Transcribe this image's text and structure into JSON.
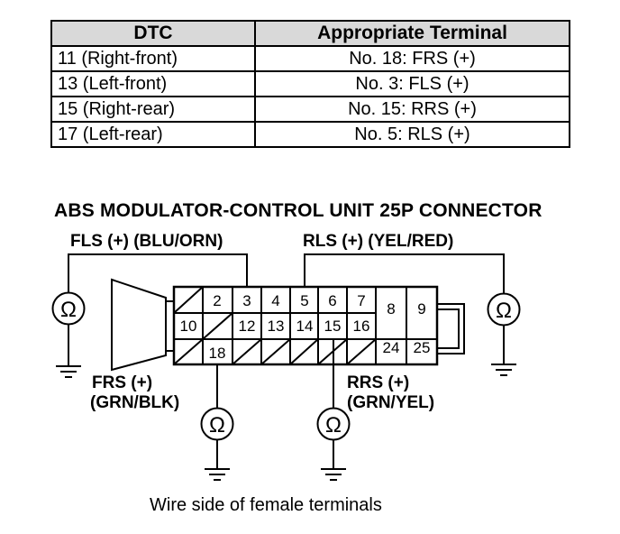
{
  "table": {
    "headers": [
      "DTC",
      "Appropriate Terminal"
    ],
    "rows": [
      {
        "dtc": "11 (Right-front)",
        "terminal": "No. 18: FRS (+)"
      },
      {
        "dtc": "13 (Left-front)",
        "terminal": "No. 3: FLS (+)"
      },
      {
        "dtc": "15 (Right-rear)",
        "terminal": "No. 15: RRS (+)"
      },
      {
        "dtc": "17 (Left-rear)",
        "terminal": "No. 5: RLS (+)"
      }
    ]
  },
  "diagram": {
    "title": "ABS MODULATOR-CONTROL UNIT 25P CONNECTOR",
    "labels": {
      "fls": "FLS (+) (BLU/ORN)",
      "rls": "RLS (+) (YEL/RED)",
      "frs_line1": "FRS (+)",
      "frs_line2": "(GRN/BLK)",
      "rrs_line1": "RRS (+)",
      "rrs_line2": "(GRN/YEL)"
    },
    "ohm_symbol": "Ω",
    "terminals": {
      "row1": [
        "2",
        "3",
        "4",
        "5",
        "6",
        "7"
      ],
      "row1_right": [
        "8",
        "9"
      ],
      "row2": [
        "10",
        "12",
        "13",
        "14",
        "15",
        "16"
      ],
      "row3": [
        "18"
      ],
      "row3_right": [
        "24",
        "25"
      ]
    },
    "caption": "Wire side of female terminals"
  }
}
